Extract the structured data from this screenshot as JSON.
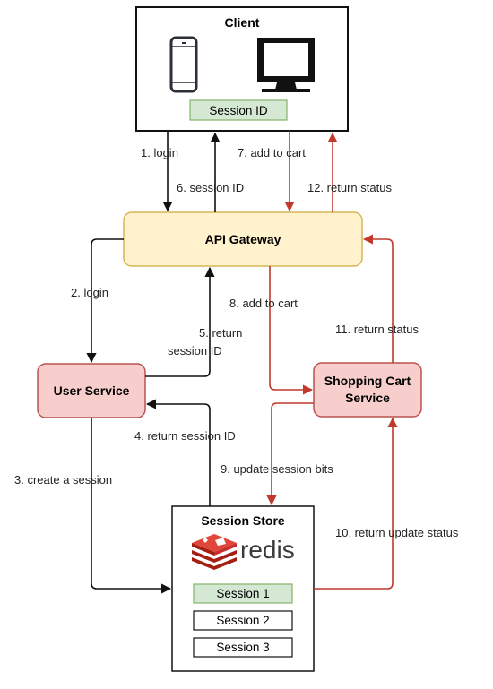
{
  "client": {
    "title": "Client",
    "session_id": "Session ID",
    "icons": [
      "smartphone-icon",
      "desktop-monitor-icon"
    ]
  },
  "api_gateway": {
    "title": "API Gateway"
  },
  "user_service": {
    "title": "User Service"
  },
  "shopping_cart_service": {
    "title_line1": "Shopping Cart",
    "title_line2": "Service"
  },
  "session_store": {
    "title": "Session Store",
    "brand": "redis",
    "sessions": [
      "Session 1",
      "Session 2",
      "Session 3"
    ]
  },
  "arrows": {
    "login_1": "1. login",
    "session_id_6": "6. session ID",
    "add_to_cart_7": "7. add to cart",
    "return_status_12": "12. return status",
    "login_2": "2. login",
    "return_5_line1": "5. return",
    "return_5_line2": "session ID",
    "add_to_cart_8": "8. add to cart",
    "return_status_11": "11. return status",
    "return_session_id_4": "4. return session ID",
    "create_session_3": "3. create a session",
    "update_session_bits_9": "9. update session bits",
    "return_update_status_10": "10. return update status"
  },
  "colors": {
    "black_arrow": "#111111",
    "red_arrow": "#c0392b",
    "gateway_fill": "#fff2cc",
    "gateway_stroke": "#d6b656",
    "service_fill": "#f8cecc",
    "service_stroke": "#b85450",
    "session_active_fill": "#d5e8d4",
    "session_active_stroke": "#82b366"
  }
}
